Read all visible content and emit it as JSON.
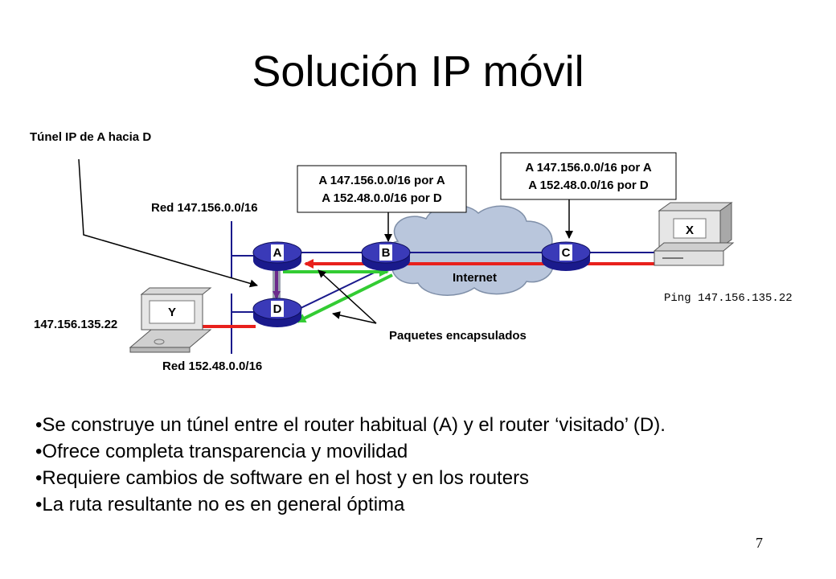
{
  "title": "Solución IP móvil",
  "labels": {
    "tunnel": "Túnel IP de A hacia D",
    "net_a": "Red 147.156.0.0/16",
    "net_d": "Red 152.48.0.0/16",
    "host_y_ip": "147.156.135.22",
    "internet": "Internet",
    "encapsulated": "Paquetes encapsulados",
    "ping": "Ping 147.156.135.22"
  },
  "routers": {
    "a": "A",
    "b": "B",
    "c": "C",
    "d": "D"
  },
  "hosts": {
    "x": "X",
    "y": "Y"
  },
  "route_boxes": [
    {
      "line1": "A 147.156.0.0/16 por A",
      "line2": "A 152.48.0.0/16 por D"
    },
    {
      "line1": "A 147.156.0.0/16 por A",
      "line2": "A 152.48.0.0/16 por D"
    }
  ],
  "bullets": [
    "Se construye un túnel entre el router habitual (A) y el router ‘visitado’ (D).",
    "Ofrece completa transparencia y movilidad",
    "Requiere cambios de software en el host y en los routers",
    "La ruta resultante no es en general óptima"
  ],
  "page_number": "7",
  "colors": {
    "router": "#1a1a8c",
    "router_top": "#3a3ab8",
    "link": "#1a1a8c",
    "red_path": "#e8201c",
    "green_path": "#33cc33",
    "tunnel": "#6b2a8c",
    "cloud": "#b9c6dc"
  }
}
